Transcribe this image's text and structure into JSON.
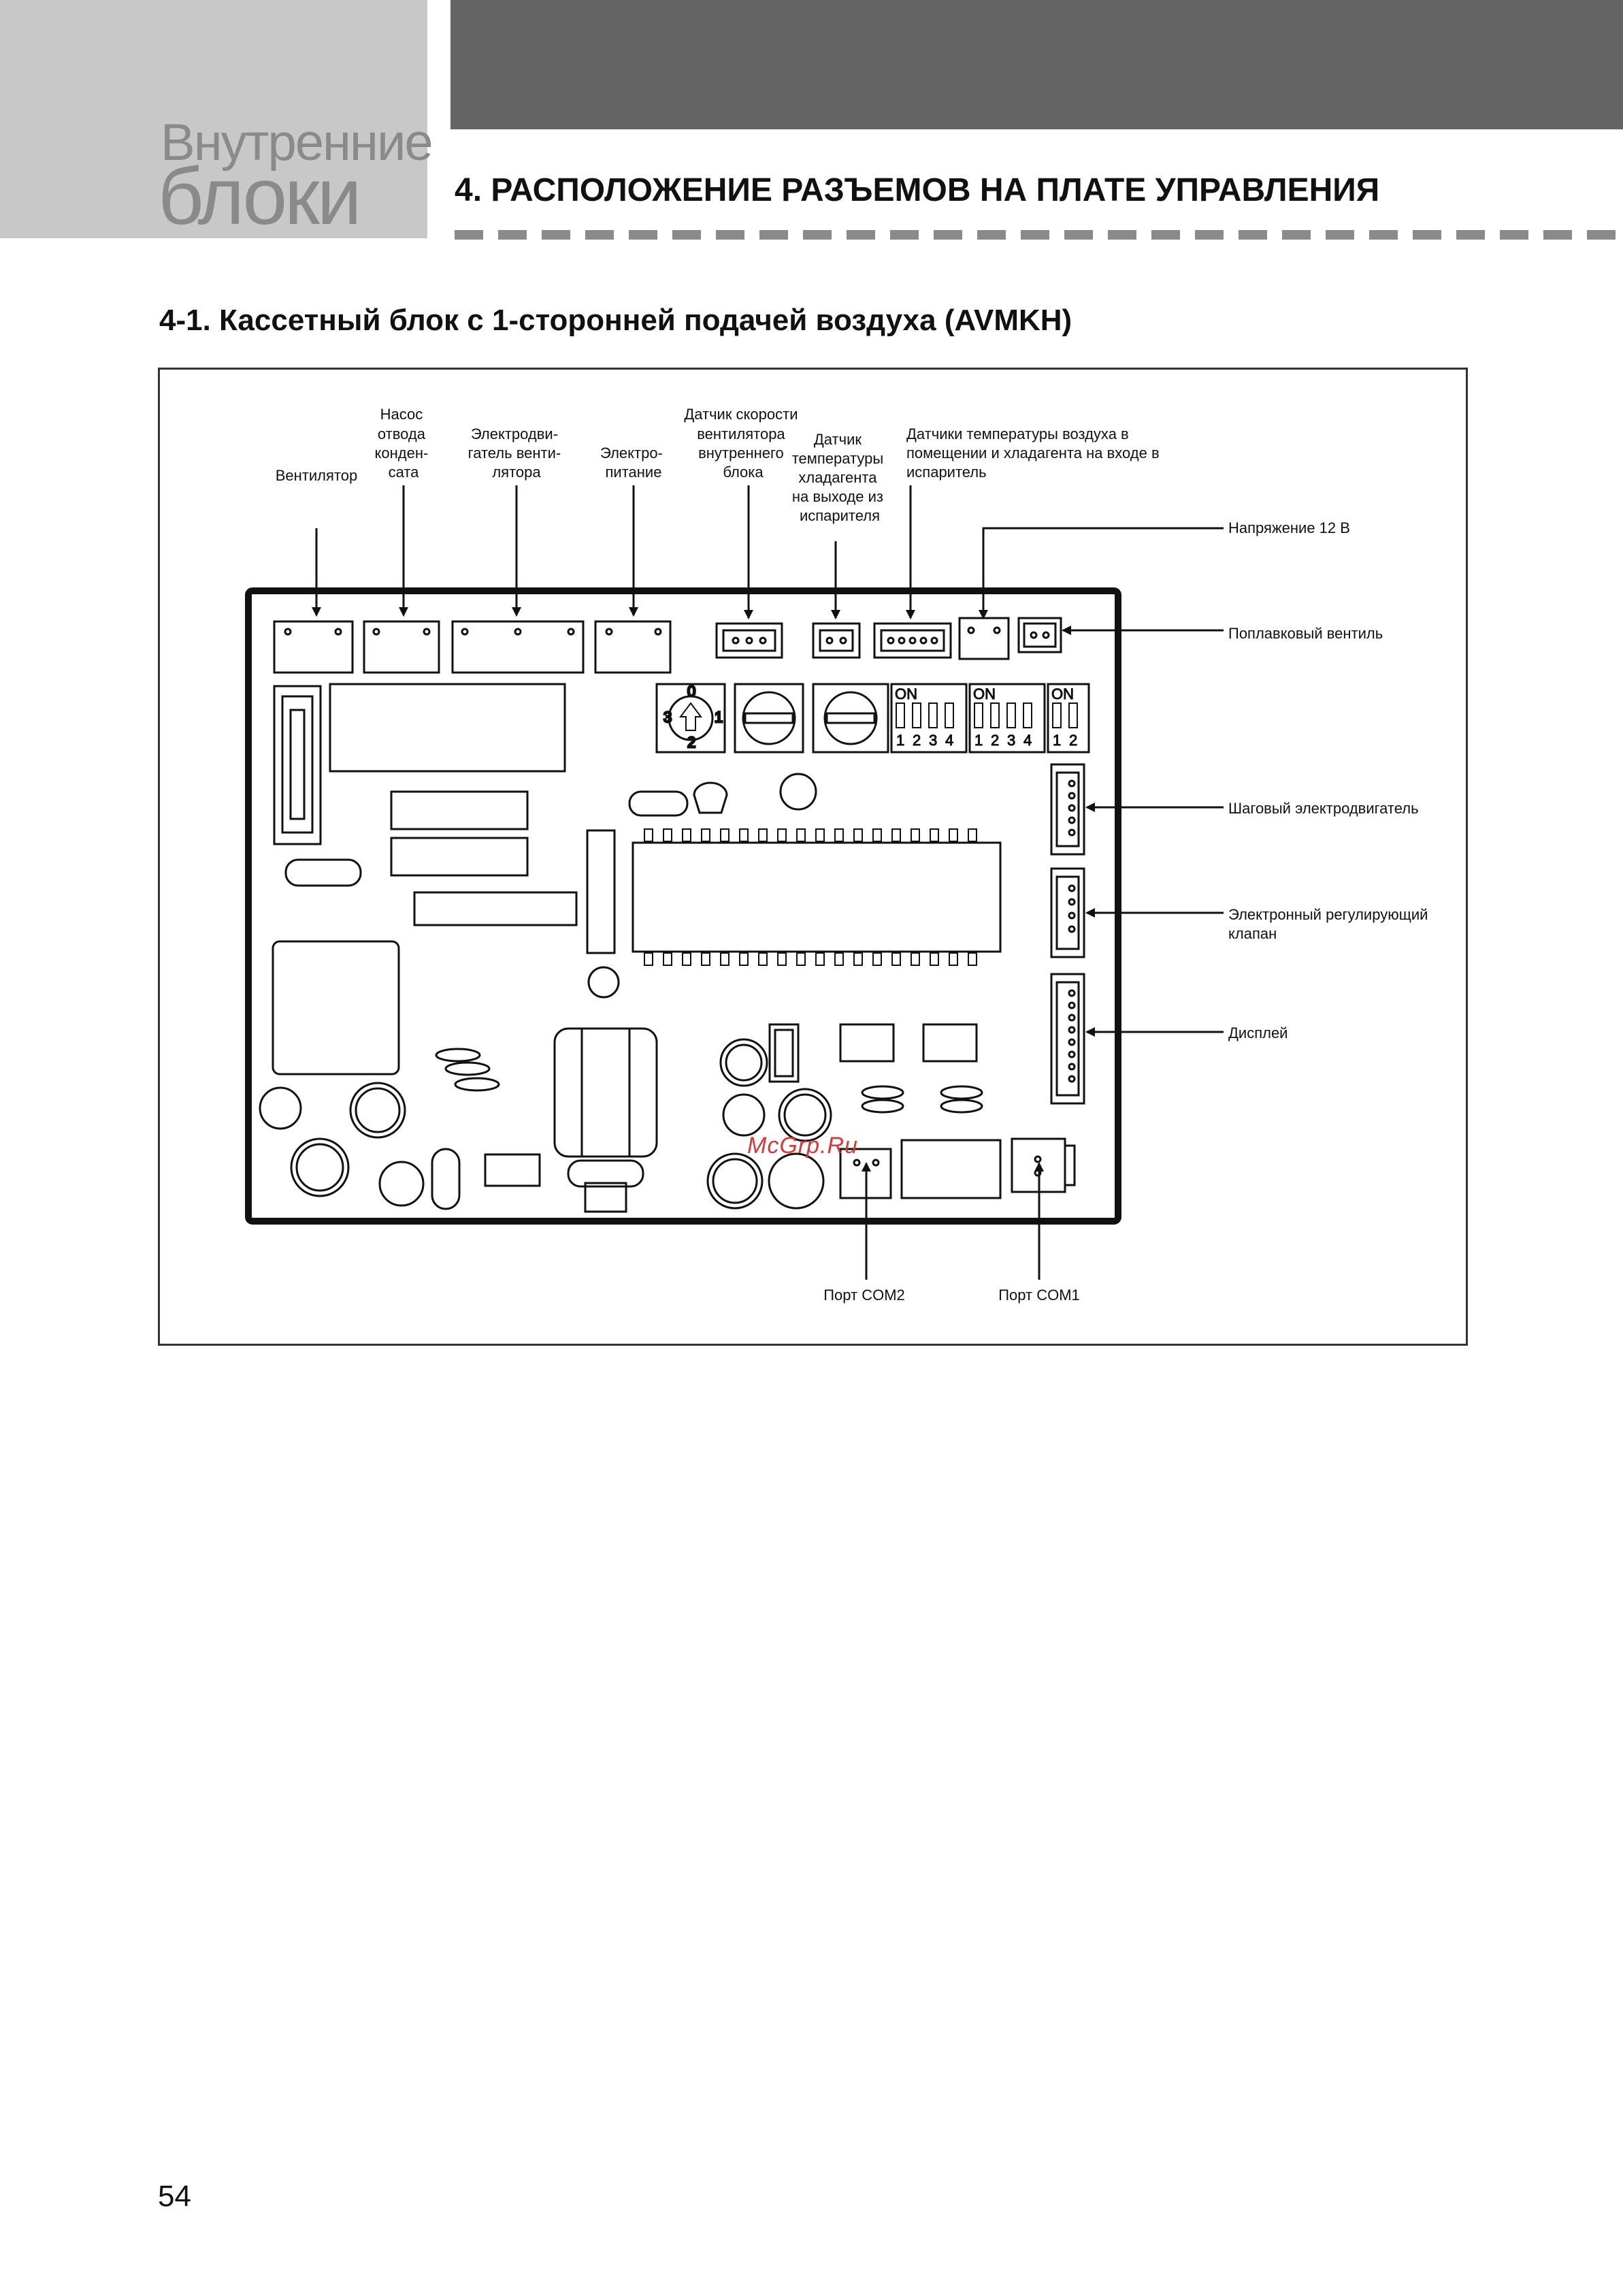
{
  "header": {
    "section_line1": "Внутренние",
    "section_line2": "блоки",
    "title": "4. РАСПОЛОЖЕНИЕ РАЗЪЕМОВ НА ПЛАТЕ УПРАВЛЕНИЯ"
  },
  "subsection": {
    "title": "4-1. Кассетный блок с 1-сторонней подачей воздуха (AVMKH)"
  },
  "diagram": {
    "labels": {
      "fan": "Вентилятор",
      "drain_pump": [
        "Насос",
        "отвода",
        "конден-",
        "сата"
      ],
      "fan_motor": [
        "Электродви-",
        "гатель венти-",
        "лятора"
      ],
      "power": [
        "Электро-",
        "питание"
      ],
      "fan_speed_sensor": [
        "Датчик скорости",
        "вентилятора",
        "внутреннего",
        "блока"
      ],
      "refrigerant_out_sensor": [
        "Датчик",
        "температуры",
        "хладагента",
        "на выходе из",
        "испарителя"
      ],
      "air_refrigerant_in_sensors": [
        "Датчики температуры воздуха в",
        "помещении и хладагента на входе в",
        "испаритель"
      ],
      "voltage_12v": "Напряжение 12 В",
      "float_valve": "Поплавковый вентиль",
      "step_motor": "Шаговый электродвигатель",
      "eev": [
        "Электронный регулирующий",
        "клапан"
      ],
      "display": "Дисплей",
      "com2": "Порт COM2",
      "com1": "Порт COM1"
    },
    "dip": {
      "on": "ON",
      "switch1_numbers": [
        "1",
        "2",
        "3",
        "4"
      ],
      "switch2_numbers": [
        "1",
        "2",
        "3",
        "4"
      ],
      "switch3_numbers": [
        "1",
        "2"
      ]
    },
    "rotary": {
      "digit0": "0",
      "digit1": "1",
      "digit2": "2",
      "digit3": "3"
    }
  },
  "watermark": "McGrp.Ru",
  "page_number": "54"
}
